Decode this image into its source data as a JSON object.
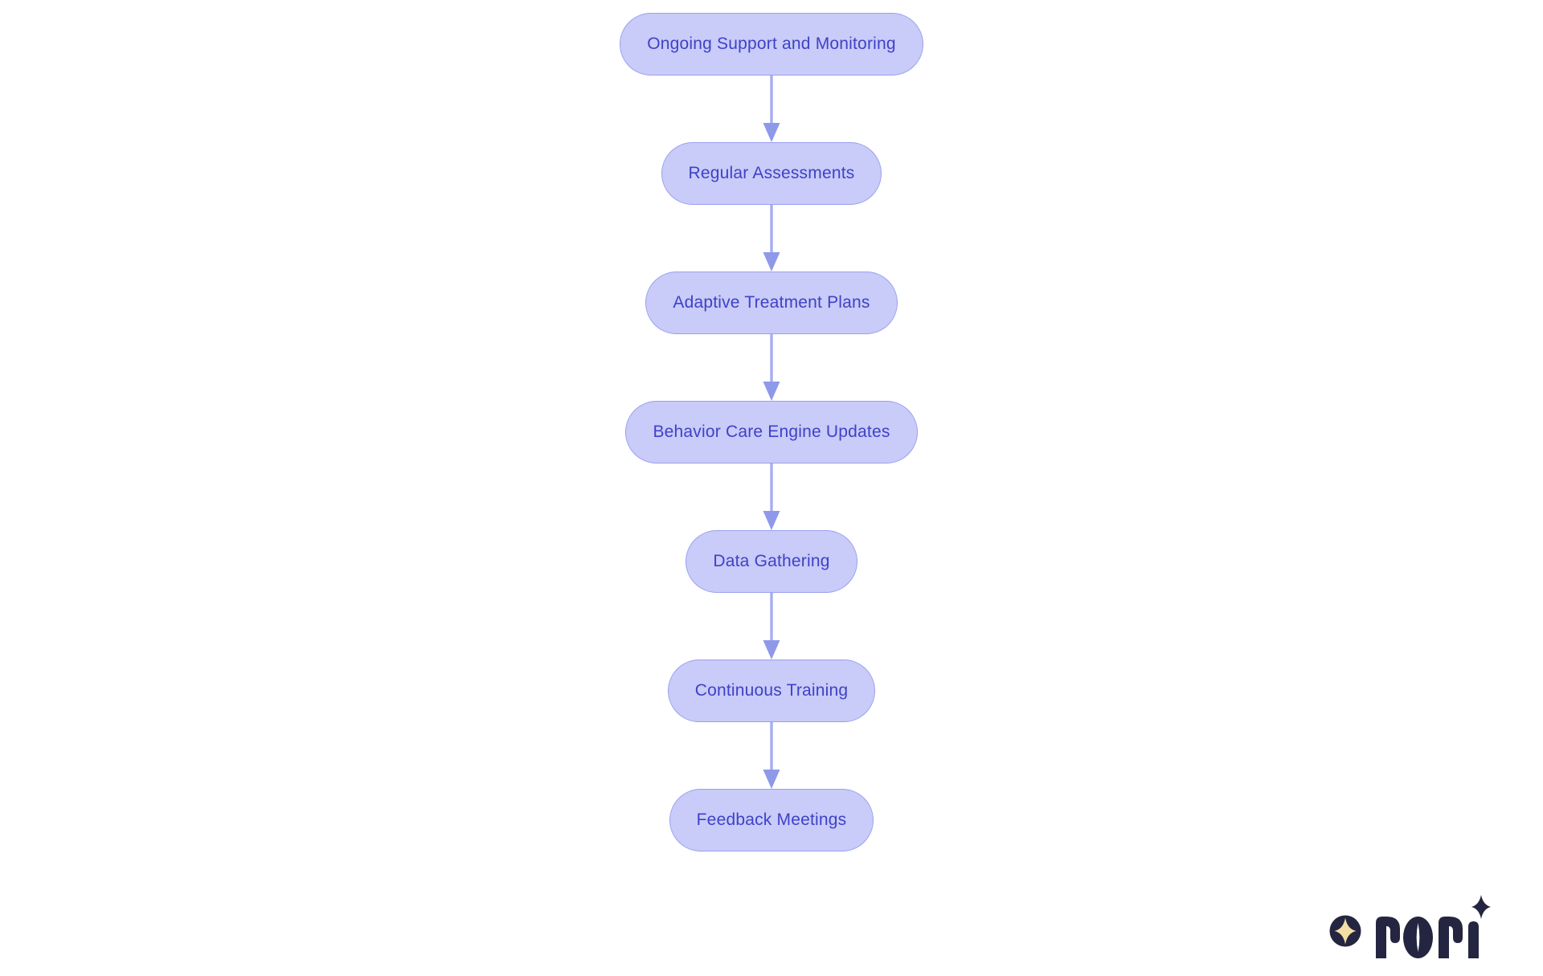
{
  "diagram": {
    "type": "flowchart",
    "direction": "top-down",
    "nodes": [
      {
        "id": "ongoing-support",
        "label": "Ongoing Support and Monitoring"
      },
      {
        "id": "regular-assessments",
        "label": "Regular Assessments"
      },
      {
        "id": "adaptive-treatment-plans",
        "label": "Adaptive Treatment Plans"
      },
      {
        "id": "behavior-care-engine-updates",
        "label": "Behavior Care Engine Updates"
      },
      {
        "id": "data-gathering",
        "label": "Data Gathering"
      },
      {
        "id": "continuous-training",
        "label": "Continuous Training"
      },
      {
        "id": "feedback-meetings",
        "label": "Feedback Meetings"
      }
    ],
    "edges": [
      {
        "from": "ongoing-support",
        "to": "regular-assessments"
      },
      {
        "from": "regular-assessments",
        "to": "adaptive-treatment-plans"
      },
      {
        "from": "adaptive-treatment-plans",
        "to": "behavior-care-engine-updates"
      },
      {
        "from": "behavior-care-engine-updates",
        "to": "data-gathering"
      },
      {
        "from": "data-gathering",
        "to": "continuous-training"
      },
      {
        "from": "continuous-training",
        "to": "feedback-meetings"
      }
    ],
    "colors": {
      "background": "#ffffff",
      "node_fill": "#c9cbf8",
      "node_border": "#9aa0ef",
      "node_text": "#3d42c8",
      "arrow_line": "#a6aef2",
      "arrow_head": "#8e99ea"
    }
  },
  "logo": {
    "brand": "rori",
    "icon": "sparkle-in-circle-icon",
    "colors": {
      "navy": "#242540",
      "cream": "#f2dfa4"
    }
  }
}
